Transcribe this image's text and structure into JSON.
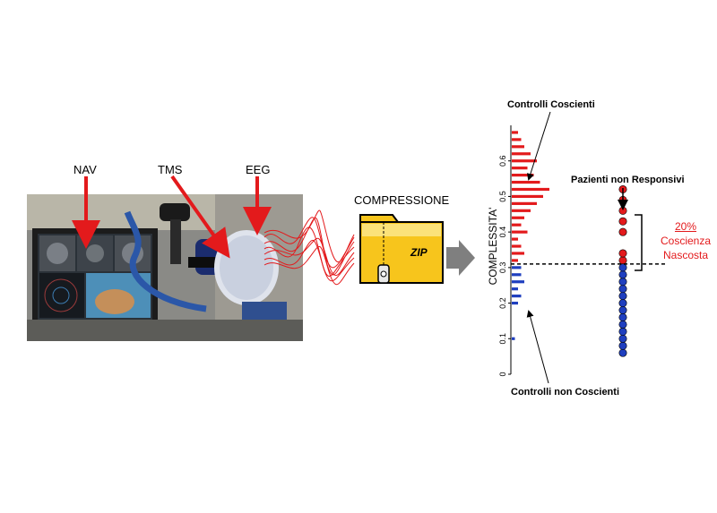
{
  "labels": {
    "nav": "NAV",
    "tms": "TMS",
    "eeg": "EEG",
    "compression": "COMPRESSIONE",
    "zip": "ZIP"
  },
  "chart": {
    "ylabel": "COMPLESSITA'",
    "yticks": [
      "0",
      "0.1",
      "0.2",
      "0.3",
      "0.4",
      "0.5",
      "0.6"
    ],
    "ylim": [
      0,
      0.7
    ],
    "threshold": 0.31,
    "top_label": "Controlli Coscienti",
    "bottom_label": "Controlli non Coscienti",
    "patients_label": "Pazienti non Responsivi",
    "pct": "20%",
    "pct_text_1": "Coscienza",
    "pct_text_2": "Nascosta"
  },
  "colors": {
    "red": "#e31a1c",
    "blue": "#1f3fbf",
    "folder": "#f7c51c",
    "arrow": "#7f7f7f"
  },
  "chart_data": {
    "type": "bar",
    "ylabel": "COMPLESSITA'",
    "ylim": [
      0,
      0.7
    ],
    "threshold": 0.31,
    "series": [
      {
        "name": "Controlli Coscienti",
        "orientation": "horizontal",
        "bins": [
          0.32,
          0.34,
          0.36,
          0.38,
          0.4,
          0.42,
          0.44,
          0.46,
          0.48,
          0.5,
          0.52,
          0.54,
          0.56,
          0.58,
          0.6,
          0.62,
          0.64,
          0.66,
          0.68
        ],
        "counts": [
          2,
          4,
          3,
          2,
          5,
          3,
          4,
          6,
          8,
          10,
          12,
          9,
          7,
          5,
          8,
          6,
          4,
          3,
          2
        ]
      },
      {
        "name": "Controlli non Coscienti",
        "orientation": "horizontal",
        "bins": [
          0.1,
          0.2,
          0.22,
          0.24,
          0.26,
          0.28,
          0.3
        ],
        "counts": [
          1,
          2,
          3,
          2,
          4,
          3,
          3
        ]
      },
      {
        "name": "Pazienti non Responsivi",
        "type": "strip",
        "values_above": [
          0.32,
          0.34,
          0.4,
          0.43,
          0.46,
          0.49,
          0.52
        ],
        "values_below": [
          0.06,
          0.08,
          0.1,
          0.12,
          0.14,
          0.16,
          0.18,
          0.2,
          0.22,
          0.24,
          0.26,
          0.28,
          0.3
        ]
      }
    ]
  }
}
